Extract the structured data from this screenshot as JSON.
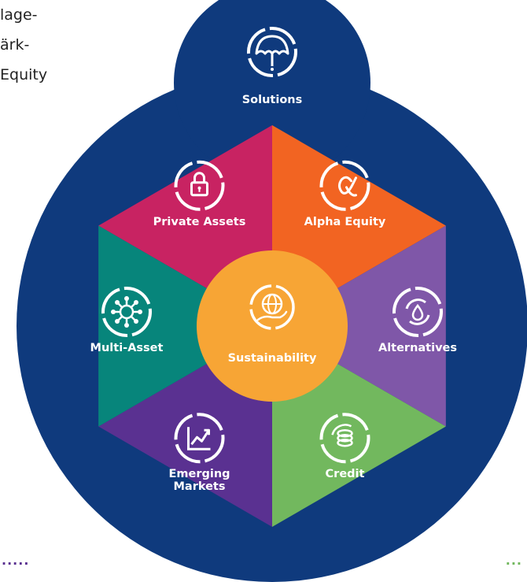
{
  "side_text": [
    "lage-",
    "ärk-",
    "Equity"
  ],
  "top": {
    "label": "Solutions",
    "icon": "umbrella-icon"
  },
  "center": {
    "label": "Sustainability",
    "icon": "globe-hand-icon",
    "color": "#f7a535"
  },
  "ring_color": "#0f3a7d",
  "segments": [
    {
      "id": "alpha-equity",
      "label": "Alpha Equity",
      "color": "#f26422",
      "icon": "alpha-icon"
    },
    {
      "id": "alternatives",
      "label": "Alternatives",
      "color": "#7f57a8",
      "icon": "cycle-drop-icon"
    },
    {
      "id": "credit",
      "label": "Credit",
      "color": "#72b85e",
      "icon": "coins-cycle-icon"
    },
    {
      "id": "emerging-markets",
      "label": "Emerging\nMarkets",
      "color": "#5a3191",
      "icon": "rising-chart-icon"
    },
    {
      "id": "multi-asset",
      "label": "Multi-Asset",
      "color": "#07857b",
      "icon": "network-hub-icon"
    },
    {
      "id": "private-assets",
      "label": "Private Assets",
      "color": "#c82362",
      "icon": "padlock-icon"
    }
  ],
  "dots": {
    "left": "·····",
    "right": "···",
    "left_color": "#5a3191",
    "right_color": "#72b85e"
  }
}
